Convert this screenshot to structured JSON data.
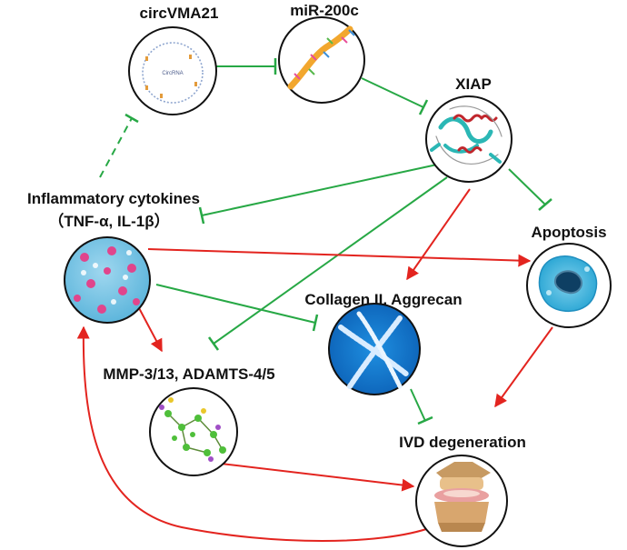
{
  "nodes": {
    "circvma21": {
      "label": "circVMA21",
      "inner_label": "CircRNA"
    },
    "mir200c": {
      "label": "miR-200c"
    },
    "xiap": {
      "label": "XIAP"
    },
    "cytokines": {
      "label": "Inflammatory cytokines",
      "sublabel": "（TNF-α, IL-1β）"
    },
    "apoptosis": {
      "label": "Apoptosis"
    },
    "collagen": {
      "label": "Collagen II,  Aggrecan"
    },
    "mmp": {
      "label": "MMP-3/13, ADAMTS-4/5"
    },
    "ivd": {
      "label": "IVD degeneration"
    }
  },
  "colors": {
    "inhibit_edge": "#27a845",
    "promote_edge": "#e3241f",
    "circle_outline": "#111111"
  },
  "legend_semantics": {
    "green_bar_end": "inhibition",
    "red_arrow": "promotion",
    "dashed_green": "indirect inhibition"
  }
}
